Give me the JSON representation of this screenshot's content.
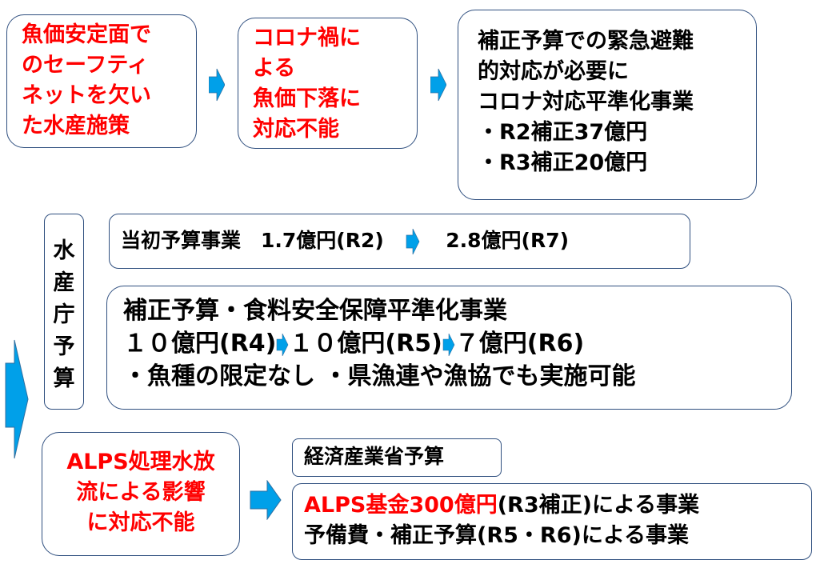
{
  "box1": {
    "lines": [
      "魚価安定面で",
      "のセーフティ",
      "ネットを欠い",
      "た水産施策"
    ]
  },
  "box2": {
    "lines": [
      "コロナ禍に",
      "よる",
      "魚価下落に",
      "対応不能"
    ]
  },
  "box3": {
    "lines": [
      "補正予算での緊急避難",
      "的対応が必要に",
      "コロナ対応平準化事業",
      "・R2補正37億円",
      "・R3補正20億円"
    ]
  },
  "vertical": {
    "lines": [
      "水",
      "産",
      "庁",
      "予",
      "算"
    ]
  },
  "initial": {
    "left": "当初予算事業　1.7億円(R2)",
    "right": "2.8億円(R7)"
  },
  "supplement": {
    "title": "補正予算・食料安全保障平準化事業",
    "r4": "１０億円(R4)",
    "r5": "１０億円(R5)",
    "r6": "７億円(R6)",
    "note": "・魚種の限定なし ・県漁連や漁協でも実施可能"
  },
  "alps": {
    "lines": [
      "ALPS処理水放",
      "流による影響",
      "に対応不能"
    ]
  },
  "meti": {
    "label": "経済産業省予算"
  },
  "alpsfund": {
    "red": "ALPS基金300億円",
    "rest": "(R3補正)による事業",
    "line2": "予備費・補正予算(R5・R6)による事業"
  },
  "colors": {
    "arrow": "#00a0e9",
    "red": "#ff0000",
    "border": "#2f4f7f"
  }
}
